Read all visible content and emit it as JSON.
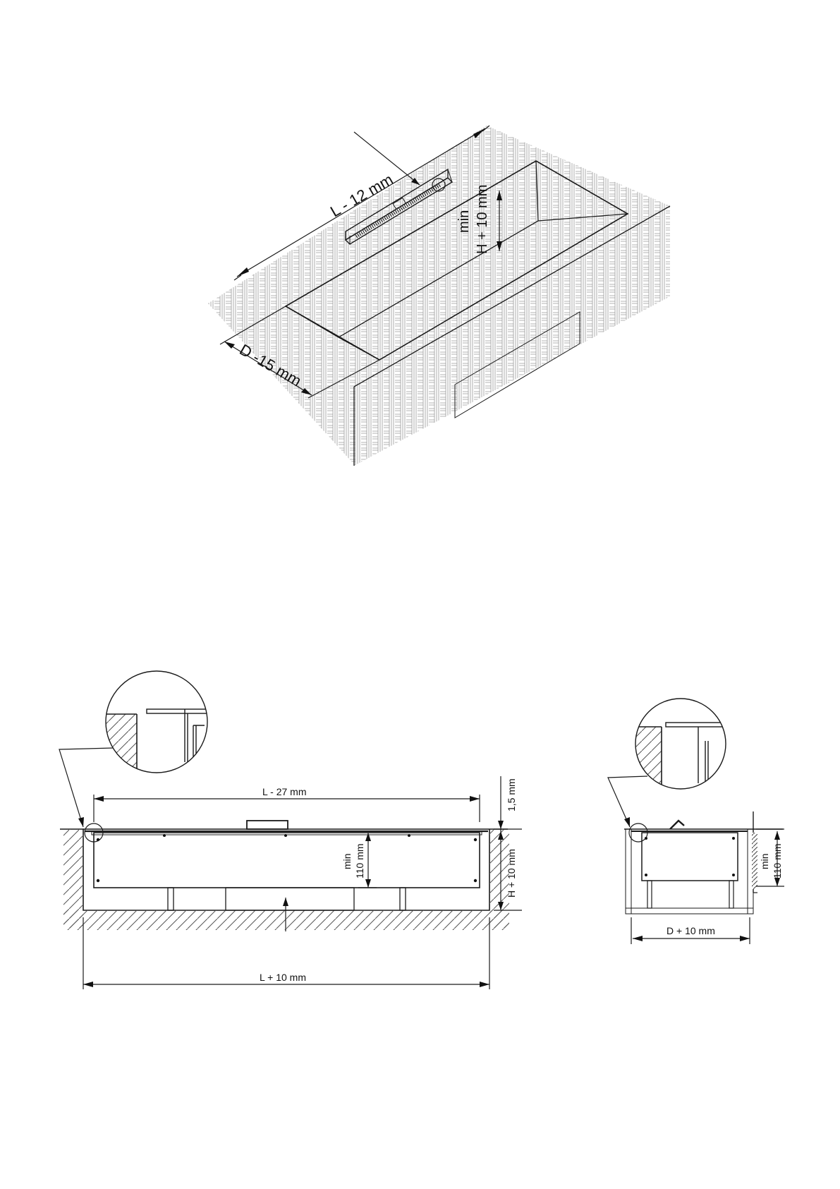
{
  "iso_view": {
    "length_label": "L - 12 mm",
    "depth_label": "D -15 mm",
    "height_label_min": "min",
    "height_label": "H + 10 mm"
  },
  "front_view": {
    "inner_length_label": "L - 27 mm",
    "outer_length_label": "L + 10 mm",
    "gap_label": "1,5 mm",
    "min_label": "min",
    "min_height_label": "110 mm",
    "height_label": "H + 10 mm"
  },
  "side_view": {
    "depth_label": "D + 10 mm",
    "min_label": "min",
    "min_height_label": "110 mm"
  },
  "colors": {
    "line": "#1a1a1a",
    "hatch": "#9a9a9a",
    "background": "#ffffff"
  }
}
